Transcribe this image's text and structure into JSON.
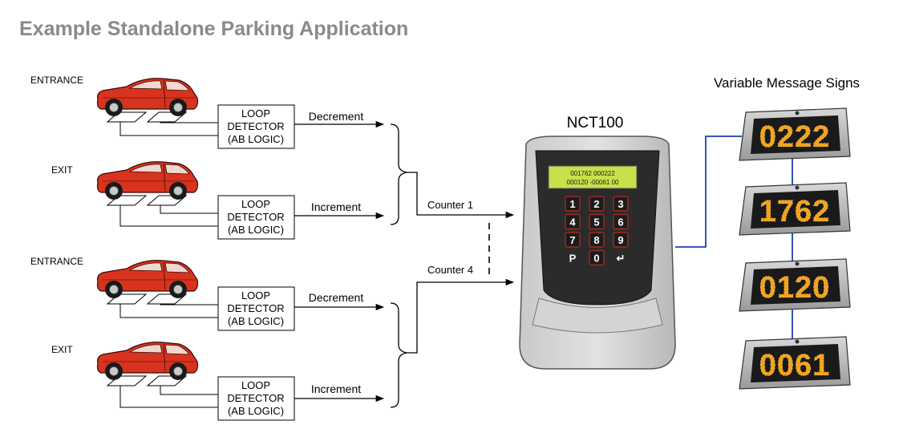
{
  "title": "Example Standalone Parking Application",
  "lanes": [
    {
      "direction": "ENTRANCE",
      "detector": [
        "LOOP",
        "DETECTOR",
        "(AB LOGIC)"
      ],
      "action": "Decrement"
    },
    {
      "direction": "EXIT",
      "detector": [
        "LOOP",
        "DETECTOR",
        "(AB LOGIC)"
      ],
      "action": "Increment"
    },
    {
      "direction": "ENTRANCE",
      "detector": [
        "LOOP",
        "DETECTOR",
        "(AB LOGIC)"
      ],
      "action": "Decrement"
    },
    {
      "direction": "EXIT",
      "detector": [
        "LOOP",
        "DETECTOR",
        "(AB LOGIC)"
      ],
      "action": "Increment"
    }
  ],
  "counters": [
    "Counter 1",
    "Counter 4"
  ],
  "controller": {
    "name": "NCT100",
    "lcd_line1": "001762 000222",
    "lcd_line2": "000120 -00061 00",
    "keys": [
      "1",
      "2",
      "3",
      "4",
      "5",
      "6",
      "7",
      "8",
      "9",
      "P",
      "0",
      "↵"
    ]
  },
  "signs": {
    "heading": "Variable Message Signs",
    "values": [
      "0222",
      "1762",
      "0120",
      "0061"
    ]
  },
  "colors": {
    "title": "#8a8a8a",
    "car_body": "#d8331f",
    "sign_led": "#f2a41c",
    "wire_blue": "#1f3fb0",
    "lcd": "#c8e04a"
  }
}
